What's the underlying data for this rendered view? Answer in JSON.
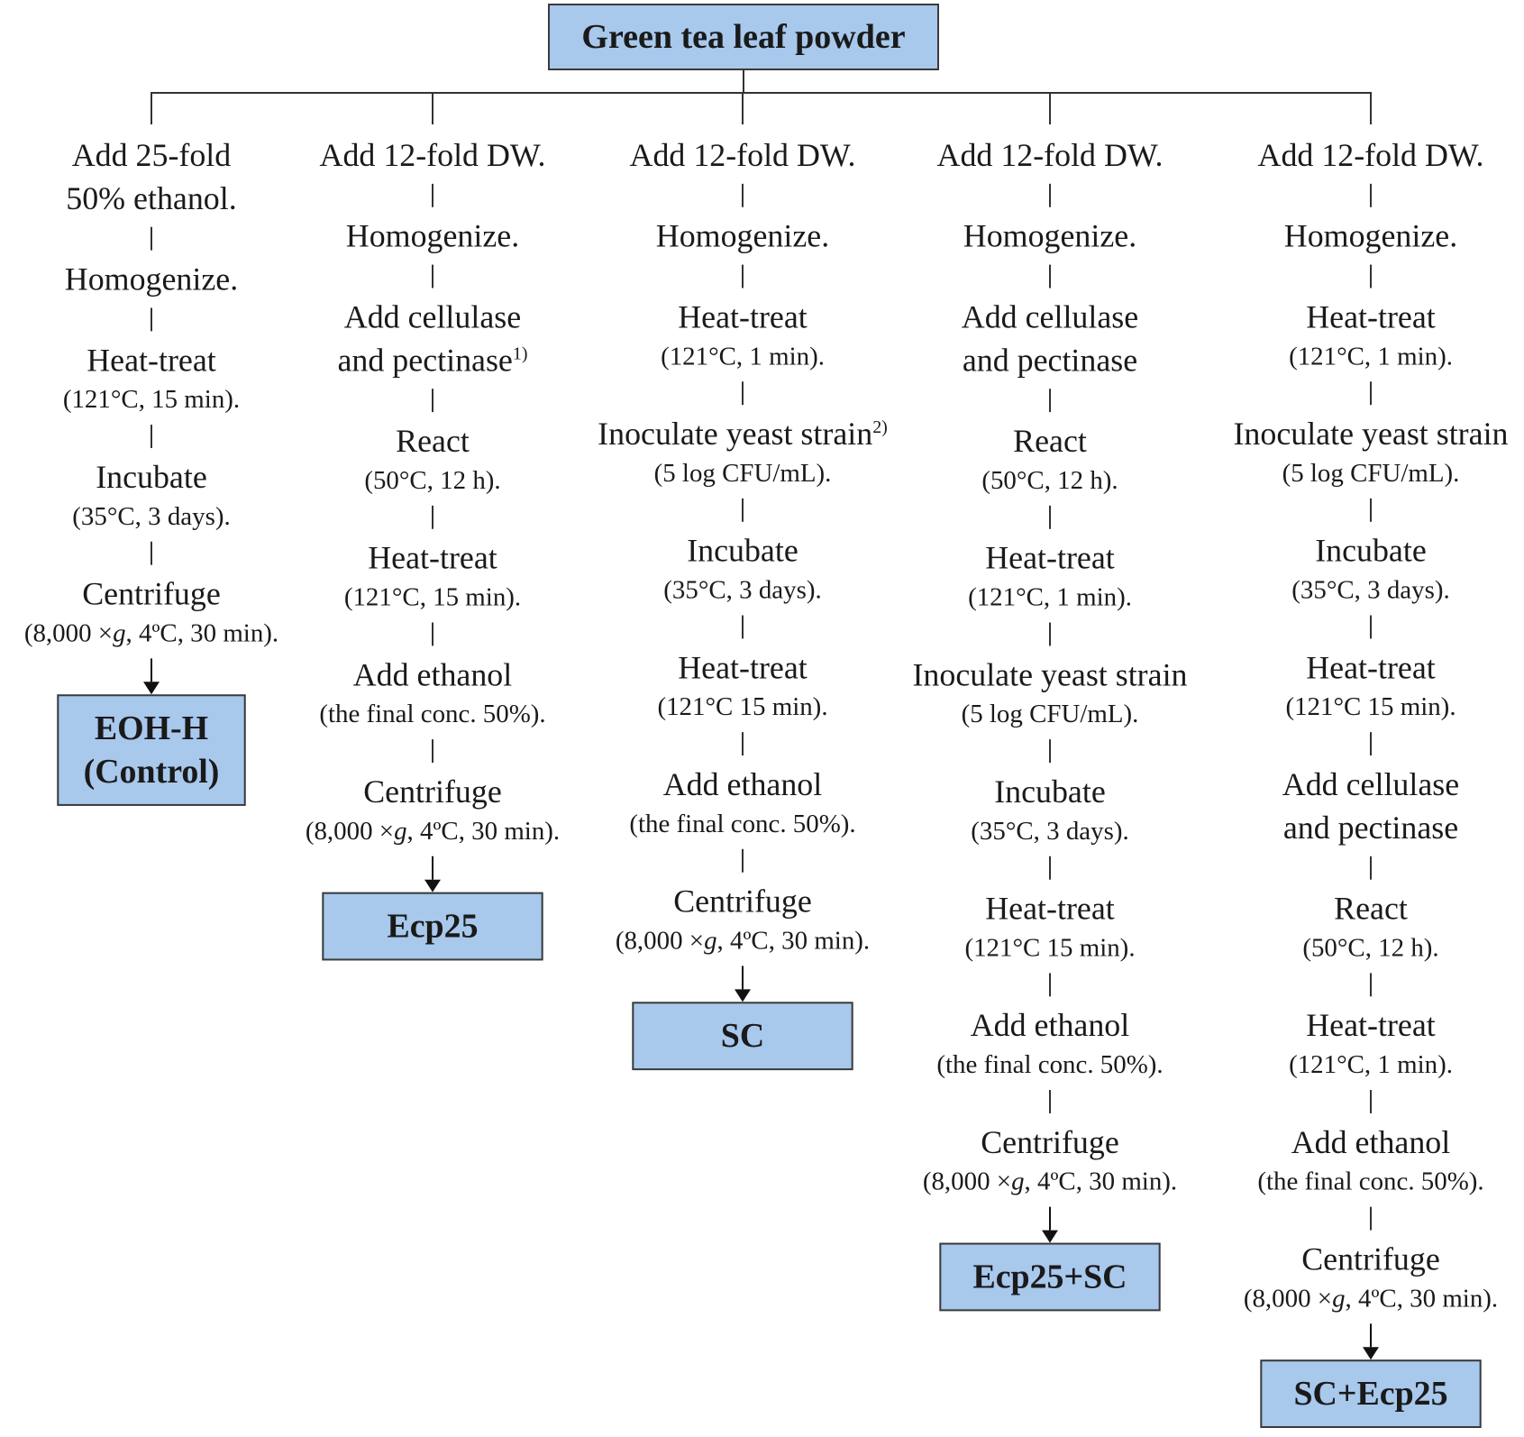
{
  "root": "Green tea leaf powder",
  "columns": [
    {
      "steps": [
        {
          "main": "Add 25-fold\n50% ethanol.",
          "sub": ""
        },
        {
          "main": "Homogenize.",
          "sub": ""
        },
        {
          "main": "Heat-treat",
          "sub": "(121°C, 15 min)."
        },
        {
          "main": "Incubate",
          "sub": "(35°C, 3 days)."
        },
        {
          "main": "Centrifuge",
          "sub": "(8,000 ×g, 4ºC, 30 min)."
        }
      ],
      "output": "EOH-H\n(Control)"
    },
    {
      "steps": [
        {
          "main": "Add 12-fold DW.",
          "sub": ""
        },
        {
          "main": "Homogenize.",
          "sub": ""
        },
        {
          "main": "Add cellulase\nand pectinase",
          "sup": "1)",
          "sub": ""
        },
        {
          "main": "React",
          "sub": "(50°C, 12 h)."
        },
        {
          "main": "Heat-treat",
          "sub": "(121°C, 15 min)."
        },
        {
          "main": "Add ethanol",
          "sub": "(the final conc. 50%)."
        },
        {
          "main": "Centrifuge",
          "sub": "(8,000 ×g, 4ºC, 30 min)."
        }
      ],
      "output": "Ecp25"
    },
    {
      "steps": [
        {
          "main": "Add 12-fold DW.",
          "sub": ""
        },
        {
          "main": "Homogenize.",
          "sub": ""
        },
        {
          "main": "Heat-treat",
          "sub": "(121°C, 1 min)."
        },
        {
          "main": "Inoculate yeast strain",
          "sup": "2)",
          "sub": "(5 log CFU/mL)."
        },
        {
          "main": "Incubate",
          "sub": "(35°C, 3 days)."
        },
        {
          "main": "Heat-treat",
          "sub": "(121°C 15 min)."
        },
        {
          "main": "Add ethanol",
          "sub": "(the final conc. 50%)."
        },
        {
          "main": "Centrifuge",
          "sub": "(8,000 ×g, 4ºC, 30 min)."
        }
      ],
      "output": "SC"
    },
    {
      "steps": [
        {
          "main": "Add 12-fold DW.",
          "sub": ""
        },
        {
          "main": "Homogenize.",
          "sub": ""
        },
        {
          "main": "Add cellulase\nand pectinase",
          "sub": ""
        },
        {
          "main": "React",
          "sub": "(50°C, 12 h)."
        },
        {
          "main": "Heat-treat",
          "sub": "(121°C, 1 min)."
        },
        {
          "main": "Inoculate yeast strain",
          "sub": "(5 log CFU/mL)."
        },
        {
          "main": "Incubate",
          "sub": "(35°C, 3 days)."
        },
        {
          "main": "Heat-treat",
          "sub": "(121°C 15 min)."
        },
        {
          "main": "Add ethanol",
          "sub": "(the final conc. 50%)."
        },
        {
          "main": "Centrifuge",
          "sub": "(8,000 ×g, 4ºC, 30 min)."
        }
      ],
      "output": "Ecp25+SC"
    },
    {
      "steps": [
        {
          "main": "Add 12-fold DW.",
          "sub": ""
        },
        {
          "main": "Homogenize.",
          "sub": ""
        },
        {
          "main": "Heat-treat",
          "sub": "(121°C, 1 min)."
        },
        {
          "main": "Inoculate yeast strain",
          "sub": "(5 log CFU/mL)."
        },
        {
          "main": "Incubate",
          "sub": "(35°C, 3 days)."
        },
        {
          "main": "Heat-treat",
          "sub": "(121°C 15 min)."
        },
        {
          "main": "Add cellulase\nand pectinase",
          "sub": ""
        },
        {
          "main": "React",
          "sub": "(50°C, 12 h)."
        },
        {
          "main": "Heat-treat",
          "sub": "(121°C, 1 min)."
        },
        {
          "main": "Add ethanol",
          "sub": "(the final conc. 50%)."
        },
        {
          "main": "Centrifuge",
          "sub": "(8,000 ×g, 4ºC, 30 min)."
        }
      ],
      "output": "SC+Ecp25"
    }
  ]
}
